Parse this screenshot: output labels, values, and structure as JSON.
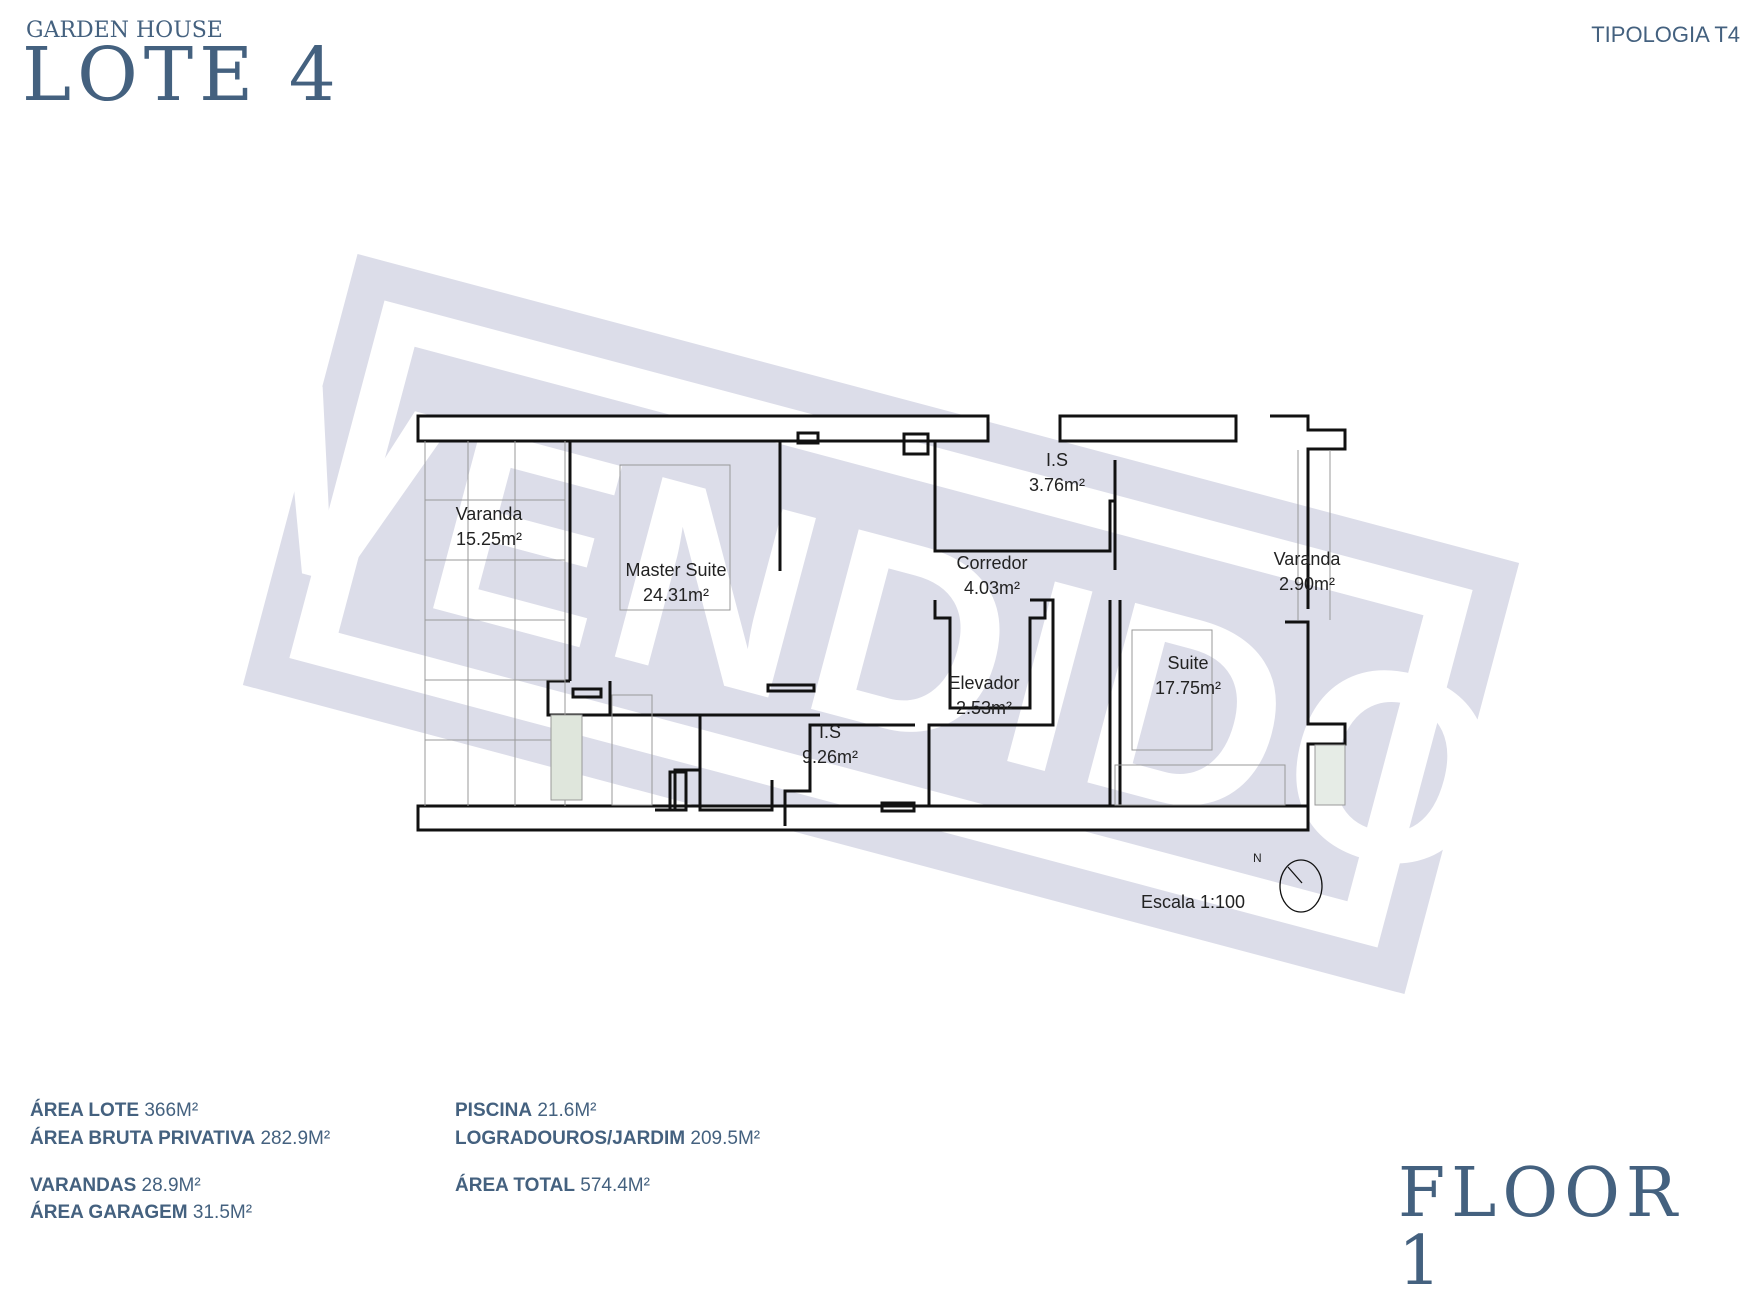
{
  "header": {
    "brand_small": "GARDEN HOUSE",
    "brand_big": "LOTE 4",
    "tipologia": "TIPOLOGIA T4"
  },
  "floor_title": "FLOOR 1",
  "stamp": {
    "text": "VENDIDO",
    "color": "#dcdde9"
  },
  "plan": {
    "rooms": [
      {
        "name": "Varanda",
        "area": "15.25m²"
      },
      {
        "name": "Master Suite",
        "area": "24.31m²"
      },
      {
        "name": "I.S",
        "area": "3.76m²"
      },
      {
        "name": "Corredor",
        "area": "4.03m²"
      },
      {
        "name": "Varanda",
        "area": "2.90m²"
      },
      {
        "name": "Elevador",
        "area": "2.53m²"
      },
      {
        "name": "Suite",
        "area": "17.75m²"
      },
      {
        "name": "I.S",
        "area": "9.26m²"
      }
    ],
    "north_label": "N",
    "scale": "Escala 1:100"
  },
  "areas": {
    "lote": {
      "label": "ÁREA LOTE",
      "value": "366M²"
    },
    "bruta": {
      "label": "ÁREA BRUTA PRIVATIVA",
      "value": "282.9M²"
    },
    "varandas": {
      "label": "VARANDAS",
      "value": "28.9M²"
    },
    "garagem": {
      "label": "ÁREA GARAGEM",
      "value": "31.5M²"
    },
    "piscina": {
      "label": "PISCINA",
      "value": "21.6M²"
    },
    "logradouros": {
      "label": "LOGRADOUROS/JARDIM",
      "value": "209.5M²"
    },
    "total": {
      "label": "ÁREA TOTAL",
      "value": "574.4M²"
    }
  },
  "colors": {
    "brand": "#44617f",
    "stamp": "#dcdde9",
    "wall": "#111111"
  }
}
